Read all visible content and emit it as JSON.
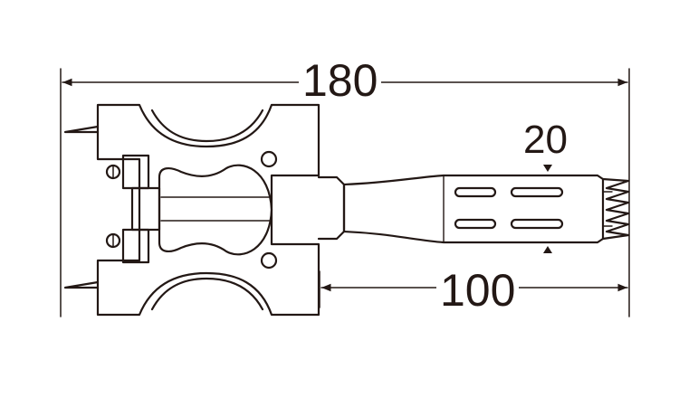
{
  "diagram": {
    "dimensions": {
      "overall_length": "180",
      "handle_length": "100",
      "tip_width": "20"
    },
    "line_color": "#231815"
  }
}
